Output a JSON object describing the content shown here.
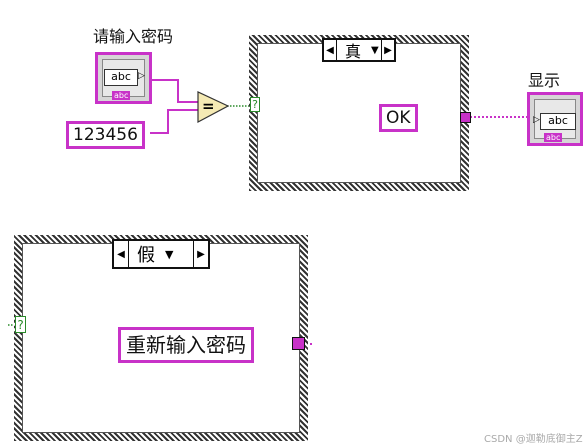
{
  "labels": {
    "input_password": "请输入密码",
    "display": "显示"
  },
  "controls": {
    "input_field": "abc",
    "input_tag": "abc",
    "display_field": "abc",
    "display_tag": "abc"
  },
  "constants": {
    "password": "123456",
    "ok": "OK",
    "retry": "重新输入密码"
  },
  "comparator": {
    "symbol": "="
  },
  "case_true": {
    "selector_value": "真",
    "terminal": "?"
  },
  "case_false": {
    "selector_value": "假",
    "terminal": "?"
  },
  "watermark": "CSDN @迦勒底御主Z",
  "colors": {
    "string_wire": "#c832c8",
    "bool_wire": "#2a8a2a",
    "comparator_fill": "#f5eab4"
  }
}
